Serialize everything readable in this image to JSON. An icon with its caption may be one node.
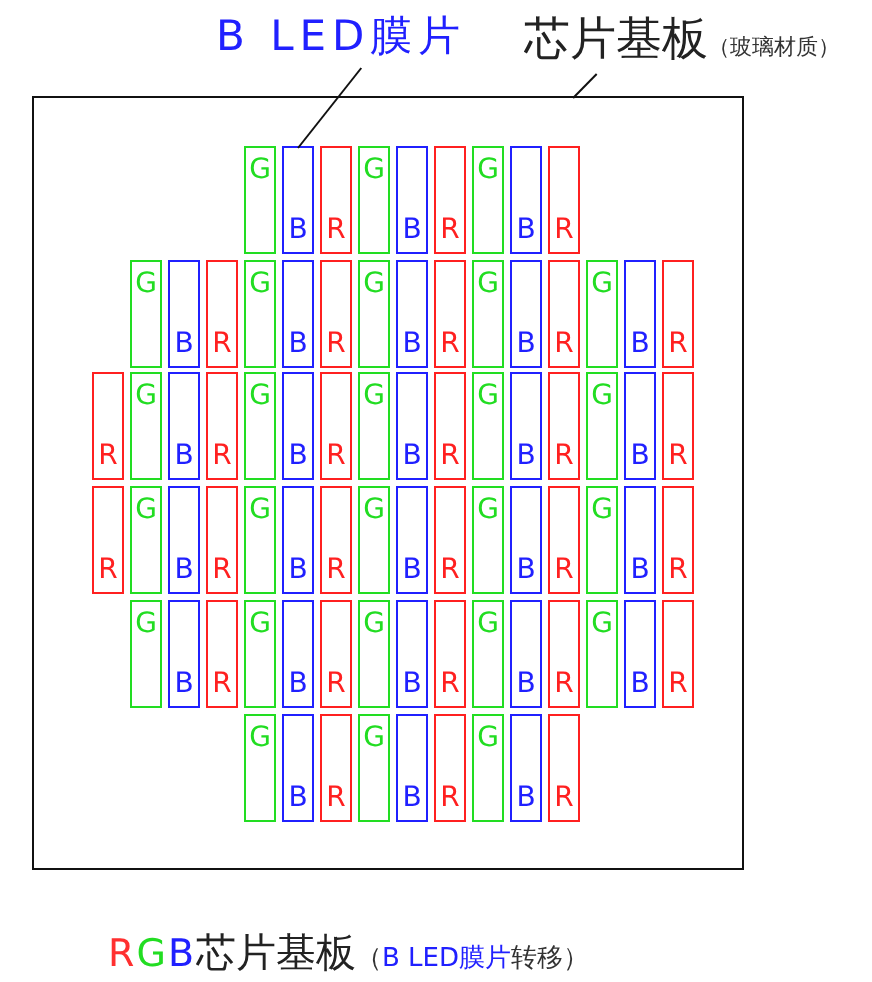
{
  "diagram": {
    "nodes": [
      {
        "text": [
          "B LED膜片"
        ]
      },
      {
        "text": [
          "芯片基板",
          "（玻璃材质）"
        ]
      },
      {
        "text": [],
        "shape": "box"
      },
      {
        "text": [
          "G"
        ],
        "in": 2
      },
      {
        "text": [
          "B"
        ],
        "in": 2
      },
      {
        "text": [
          "R"
        ],
        "in": 2
      },
      {
        "text": [
          "G"
        ],
        "in": 2
      },
      {
        "text": [
          "B"
        ],
        "in": 2
      },
      {
        "text": [
          "R"
        ],
        "in": 2
      },
      {
        "text": [
          "G"
        ],
        "in": 2
      },
      {
        "text": [
          "B"
        ],
        "in": 2
      },
      {
        "text": [
          "R"
        ],
        "in": 2
      },
      {
        "text": [
          "G"
        ],
        "in": 2
      },
      {
        "text": [
          "B"
        ],
        "in": 2
      },
      {
        "text": [
          "R"
        ],
        "in": 2
      },
      {
        "text": [
          "G"
        ],
        "in": 2
      },
      {
        "text": [
          "B"
        ],
        "in": 2
      },
      {
        "text": [
          "R"
        ],
        "in": 2
      },
      {
        "text": [
          "G"
        ],
        "in": 2
      },
      {
        "text": [
          "B"
        ],
        "in": 2
      },
      {
        "text": [
          "R"
        ],
        "in": 2
      },
      {
        "text": [
          "G"
        ],
        "in": 2
      },
      {
        "text": [
          "B"
        ],
        "in": 2
      },
      {
        "text": [
          "R"
        ],
        "in": 2
      },
      {
        "text": [
          "G"
        ],
        "in": 2
      },
      {
        "text": [
          "B"
        ],
        "in": 2
      },
      {
        "text": [
          "R"
        ],
        "in": 2
      },
      {
        "text": [
          "R"
        ],
        "in": 2
      },
      {
        "text": [
          "G"
        ],
        "in": 2
      },
      {
        "text": [
          "B"
        ],
        "in": 2
      },
      {
        "text": [
          "R"
        ],
        "in": 2
      },
      {
        "text": [
          "G"
        ],
        "in": 2
      },
      {
        "text": [
          "B"
        ],
        "in": 2
      },
      {
        "text": [
          "R"
        ],
        "in": 2
      },
      {
        "text": [
          "G"
        ],
        "in": 2
      },
      {
        "text": [
          "B"
        ],
        "in": 2
      },
      {
        "text": [
          "R"
        ],
        "in": 2
      },
      {
        "text": [
          "G"
        ],
        "in": 2
      },
      {
        "text": [
          "B"
        ],
        "in": 2
      },
      {
        "text": [
          "R"
        ],
        "in": 2
      },
      {
        "text": [
          "G"
        ],
        "in": 2
      },
      {
        "text": [
          "B"
        ],
        "in": 2
      },
      {
        "text": [
          "R"
        ],
        "in": 2
      },
      {
        "text": [
          "R"
        ],
        "in": 2
      },
      {
        "text": [
          "G"
        ],
        "in": 2
      },
      {
        "text": [
          "B"
        ],
        "in": 2
      },
      {
        "text": [
          "R"
        ],
        "in": 2
      },
      {
        "text": [
          "G"
        ],
        "in": 2
      },
      {
        "text": [
          "B"
        ],
        "in": 2
      },
      {
        "text": [
          "R"
        ],
        "in": 2
      },
      {
        "text": [
          "G"
        ],
        "in": 2
      },
      {
        "text": [
          "B"
        ],
        "in": 2
      },
      {
        "text": [
          "R"
        ],
        "in": 2
      },
      {
        "text": [
          "G"
        ],
        "in": 2
      },
      {
        "text": [
          "B"
        ],
        "in": 2
      },
      {
        "text": [
          "R"
        ],
        "in": 2
      },
      {
        "text": [
          "G"
        ],
        "in": 2
      },
      {
        "text": [
          "B"
        ],
        "in": 2
      },
      {
        "text": [
          "R"
        ],
        "in": 2
      },
      {
        "text": [
          "G"
        ],
        "in": 2
      },
      {
        "text": [
          "B"
        ],
        "in": 2
      },
      {
        "text": [
          "R"
        ],
        "in": 2
      },
      {
        "text": [
          "G"
        ],
        "in": 2
      },
      {
        "text": [
          "B"
        ],
        "in": 2
      },
      {
        "text": [
          "R"
        ],
        "in": 2
      },
      {
        "text": [
          "G"
        ],
        "in": 2
      },
      {
        "text": [
          "B"
        ],
        "in": 2
      },
      {
        "text": [
          "R"
        ],
        "in": 2
      },
      {
        "text": [
          "G"
        ],
        "in": 2
      },
      {
        "text": [
          "B"
        ],
        "in": 2
      },
      {
        "text": [
          "R"
        ],
        "in": 2
      },
      {
        "text": [
          "G"
        ],
        "in": 2
      },
      {
        "text": [
          "B"
        ],
        "in": 2
      },
      {
        "text": [
          "R"
        ],
        "in": 2
      },
      {
        "text": [
          "G"
        ],
        "in": 2
      },
      {
        "text": [
          "B"
        ],
        "in": 2
      },
      {
        "text": [
          "R"
        ],
        "in": 2
      },
      {
        "text": [
          "G"
        ],
        "in": 2
      },
      {
        "text": [
          "B"
        ],
        "in": 2
      },
      {
        "text": [
          "R"
        ],
        "in": 2
      },
      {
        "text": [
          "G"
        ],
        "in": 2
      },
      {
        "text": [
          "B"
        ],
        "in": 2
      },
      {
        "text": [
          "R"
        ],
        "in": 2
      }
    ],
    "edges": [
      {
        "from": 0,
        "to": 4,
        "arrow": "none"
      },
      {
        "from": 1,
        "to": 2,
        "arrow": "none"
      }
    ],
    "labels": [
      "R",
      "G",
      "B",
      "芯片基板",
      "（",
      "B LED膜片",
      "转移）"
    ]
  }
}
